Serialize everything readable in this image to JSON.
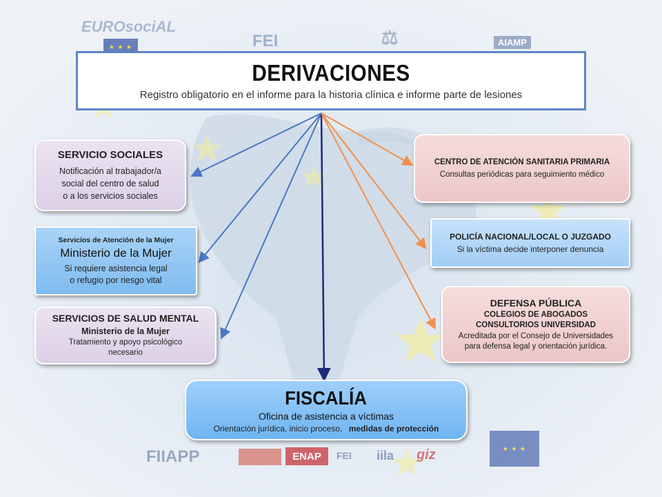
{
  "header": {
    "title": "DERIVACIONES",
    "subtitle": "Registro obligatorio en el informe para la historia clínica  e informe parte de lesiones"
  },
  "left_boxes": [
    {
      "id": "servicio-sociales",
      "title": "SERVICIO SOCIALES",
      "lines": [
        "Notificación al trabajador/a",
        "social del centro de salud",
        "o a los servicios sociales"
      ]
    },
    {
      "id": "ministerio-mujer",
      "pre": "Servicios de Atención de la Mujer",
      "title": "Ministerio de la Mujer",
      "lines": [
        "Si requiere  asistencia legal",
        "o refugio por riesgo vital"
      ]
    },
    {
      "id": "salud-mental",
      "title": "SERVICIOS DE SALUD MENTAL",
      "sub": "Ministerio de la Mujer",
      "lines": [
        "Tratamiento y apoyo psicológico",
        "necesario"
      ]
    }
  ],
  "right_boxes": [
    {
      "id": "centro-atencion",
      "title": "CENTRO DE ATENCIÓN SANITARIA PRIMARIA",
      "lines": [
        "Consultas periódicas para seguimiento médico"
      ]
    },
    {
      "id": "policia",
      "title": "POLICÍA NACIONAL/LOCAL O JUZGADO",
      "lines": [
        "Si la víctima decide interponer denuncia"
      ]
    },
    {
      "id": "defensa",
      "title": "DEFENSA PÚBLICA",
      "sub1": "COLEGIOS DE ABOGADOS",
      "sub2": "CONSULTORIOS UNIVERSIDAD",
      "lines": [
        "Acreditada por el Consejo de Universidades",
        "para defensa legal y orientación jurídica."
      ]
    }
  ],
  "fiscalia": {
    "title": "FISCALÍA",
    "subtitle": "Oficina de asistencia a víctimas",
    "line_plain": "Orientación jurídica, inicio proceso,",
    "line_bold": "medidas de protección"
  },
  "logos_top": [
    "EUROsociAL",
    "FEI",
    "AIAMP"
  ],
  "logos_bottom": [
    "FIIAPP",
    "ENAP",
    "FEI",
    "iila",
    "giz"
  ],
  "colors": {
    "title_border": "#5b86c9",
    "arrow_blue": "#4a77c4",
    "arrow_orange": "#f0904a",
    "arrow_navy": "#1c2a7a",
    "eu_blue": "#2f4fa2",
    "eu_star": "#ffd400"
  }
}
